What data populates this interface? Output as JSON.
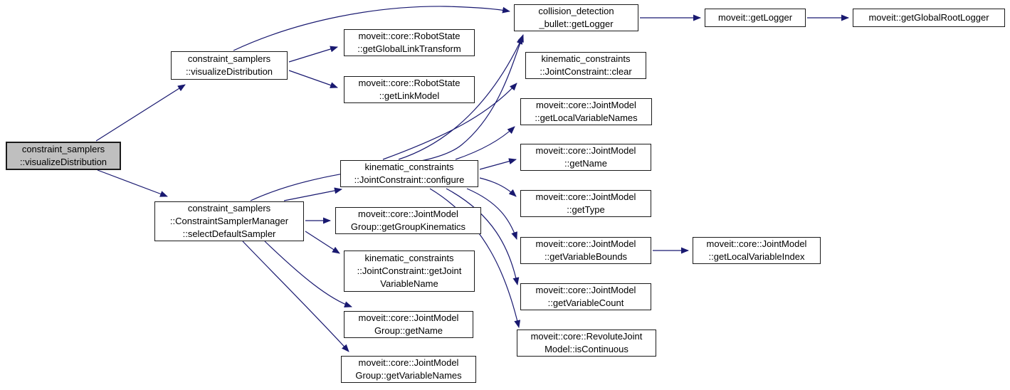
{
  "diagram": {
    "type": "call-graph",
    "edge_color": "#191970",
    "node_border_color": "#1a1a1a",
    "highlight_fill_color": "#bfbfbf",
    "nodes": {
      "root": {
        "label": "constraint_samplers\n::visualizeDistribution",
        "highlighted": true
      },
      "visualize_distribution": {
        "label": "constraint_samplers\n::visualizeDistribution",
        "highlighted": false
      },
      "robot_state_get_global_link_transform": {
        "label": "moveit::core::RobotState\n::getGlobalLinkTransform",
        "highlighted": false
      },
      "robot_state_get_link_model": {
        "label": "moveit::core::RobotState\n::getLinkModel",
        "highlighted": false
      },
      "bullet_get_logger": {
        "label": "collision_detection\n_bullet::getLogger",
        "highlighted": false
      },
      "moveit_get_logger": {
        "label": "moveit::getLogger",
        "highlighted": false
      },
      "get_global_root_logger": {
        "label": "moveit::getGlobalRootLogger",
        "highlighted": false
      },
      "joint_constraint_clear": {
        "label": "kinematic_constraints\n::JointConstraint::clear",
        "highlighted": false
      },
      "get_local_variable_names": {
        "label": "moveit::core::JointModel\n::getLocalVariableNames",
        "highlighted": false
      },
      "joint_constraint_configure": {
        "label": "kinematic_constraints\n::JointConstraint::configure",
        "highlighted": false
      },
      "joint_model_get_name": {
        "label": "moveit::core::JointModel\n::getName",
        "highlighted": false
      },
      "joint_model_get_type": {
        "label": "moveit::core::JointModel\n::getType",
        "highlighted": false
      },
      "get_variable_bounds": {
        "label": "moveit::core::JointModel\n::getVariableBounds",
        "highlighted": false
      },
      "get_local_variable_index": {
        "label": "moveit::core::JointModel\n::getLocalVariableIndex",
        "highlighted": false
      },
      "get_variable_count": {
        "label": "moveit::core::JointModel\n::getVariableCount",
        "highlighted": false
      },
      "is_continuous": {
        "label": "moveit::core::RevoluteJoint\nModel::isContinuous",
        "highlighted": false
      },
      "select_default_sampler": {
        "label": "constraint_samplers\n::ConstraintSamplerManager\n::selectDefaultSampler",
        "highlighted": false
      },
      "get_group_kinematics": {
        "label": "moveit::core::JointModel\nGroup::getGroupKinematics",
        "highlighted": false
      },
      "get_joint_variable_name": {
        "label": "kinematic_constraints\n::JointConstraint::getJoint\nVariableName",
        "highlighted": false
      },
      "joint_model_group_get_name": {
        "label": "moveit::core::JointModel\nGroup::getName",
        "highlighted": false
      },
      "get_variable_names": {
        "label": "moveit::core::JointModel\nGroup::getVariableNames",
        "highlighted": false
      }
    },
    "edges": [
      {
        "from": "root",
        "to": "visualize_distribution"
      },
      {
        "from": "root",
        "to": "select_default_sampler"
      },
      {
        "from": "visualize_distribution",
        "to": "robot_state_get_global_link_transform"
      },
      {
        "from": "visualize_distribution",
        "to": "robot_state_get_link_model"
      },
      {
        "from": "visualize_distribution",
        "to": "bullet_get_logger"
      },
      {
        "from": "select_default_sampler",
        "to": "joint_constraint_configure"
      },
      {
        "from": "select_default_sampler",
        "to": "bullet_get_logger"
      },
      {
        "from": "select_default_sampler",
        "to": "get_group_kinematics"
      },
      {
        "from": "select_default_sampler",
        "to": "get_joint_variable_name"
      },
      {
        "from": "select_default_sampler",
        "to": "joint_model_group_get_name"
      },
      {
        "from": "select_default_sampler",
        "to": "get_variable_names"
      },
      {
        "from": "joint_constraint_configure",
        "to": "bullet_get_logger"
      },
      {
        "from": "joint_constraint_configure",
        "to": "joint_constraint_clear"
      },
      {
        "from": "joint_constraint_configure",
        "to": "get_local_variable_names"
      },
      {
        "from": "joint_constraint_configure",
        "to": "joint_model_get_name"
      },
      {
        "from": "joint_constraint_configure",
        "to": "joint_model_get_type"
      },
      {
        "from": "joint_constraint_configure",
        "to": "get_variable_bounds"
      },
      {
        "from": "joint_constraint_configure",
        "to": "get_variable_count"
      },
      {
        "from": "joint_constraint_configure",
        "to": "is_continuous"
      },
      {
        "from": "bullet_get_logger",
        "to": "moveit_get_logger"
      },
      {
        "from": "moveit_get_logger",
        "to": "get_global_root_logger"
      },
      {
        "from": "get_variable_bounds",
        "to": "get_local_variable_index"
      }
    ]
  }
}
